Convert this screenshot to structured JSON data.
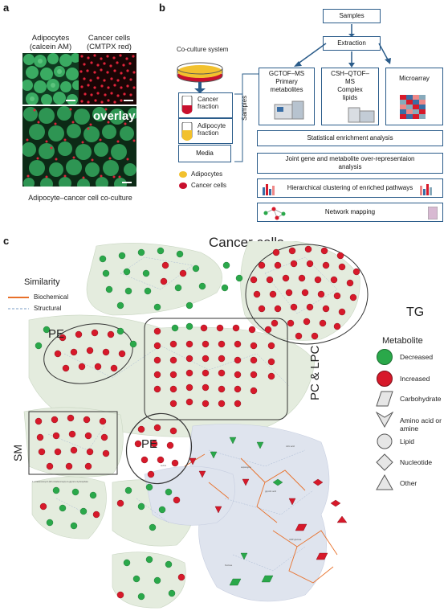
{
  "panel_a": {
    "label": "a",
    "title_left": "Adipocytes\n(calcein AM)",
    "title_right": "Cancer cells\n(CMTPX red)",
    "overlay": "overlay",
    "caption": "Adipocyte–cancer cell co-culture"
  },
  "panel_b": {
    "label": "b",
    "coculture_title": "Co-culture system",
    "cancer_fraction": "Cancer\nfraction",
    "adipocyte_fraction": "Adipocyte\nfraction",
    "media": "Media",
    "samples_side": "Samples",
    "legend_adipocytes": "Adipocytes",
    "legend_cancer": "Cancer cells",
    "samples": "Samples",
    "extraction": "Extraction",
    "gctof": "GCTOF–MS\nPrimary\nmetabolites",
    "csh": "CSH–QTOF–\nMS\nComplex\nlipids",
    "microarray": "Microarray",
    "stat": "Statistical enrichment analysis",
    "joint": "Joint gene and metabolite over-representaion\nanalysis",
    "hier": "Hierarchical clustering of enriched pathways",
    "network": "Network mapping",
    "colors": {
      "arrow": "#2b5c8a",
      "adipocyte": "#f2c12e",
      "cancer": "#c8102e"
    }
  },
  "panel_c": {
    "label": "c",
    "title": "Cancer cells",
    "similarity_title": "Similarity",
    "biochemical": "Biochemical",
    "structural": "Structural",
    "cluster_TG": "TG",
    "cluster_PE": "PE",
    "cluster_PC": "PC & LPC",
    "cluster_PE2": "PE",
    "cluster_SM": "SM",
    "metabolite_title": "Metabolite",
    "legend": [
      {
        "label": "Decreased",
        "shape": "circle-green"
      },
      {
        "label": "Increased",
        "shape": "circle-red"
      },
      {
        "label": "Carbohydrate",
        "shape": "parallelogram"
      },
      {
        "label": "Amino acid or amine",
        "shape": "v-shape"
      },
      {
        "label": "Lipid",
        "shape": "circle"
      },
      {
        "label": "Nucleotide",
        "shape": "diamond"
      },
      {
        "label": "Other",
        "shape": "triangle"
      }
    ],
    "colors": {
      "decreased": "#2aa84a",
      "increased": "#d7192a",
      "biochemical": "#e8702a",
      "structural": "#7a9cc6"
    }
  }
}
